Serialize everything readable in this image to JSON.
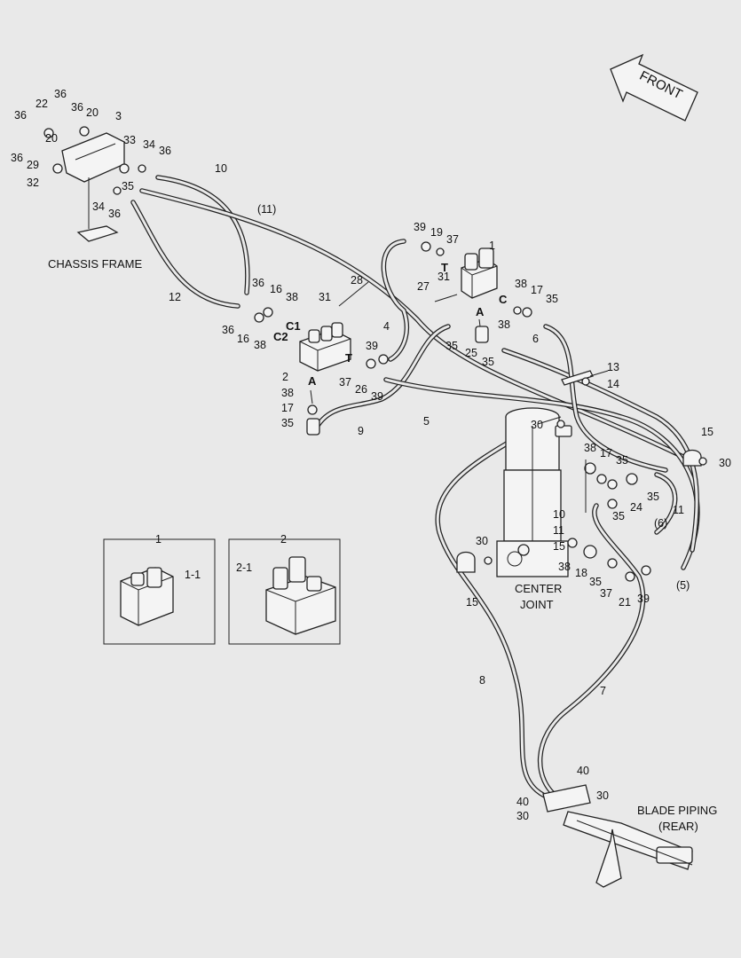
{
  "captions": {
    "chassis_frame": "CHASSIS FRAME",
    "center_joint_1": "CENTER",
    "center_joint_2": "JOINT",
    "blade_piping_1": "BLADE PIPING",
    "blade_piping_2": "(REAR)",
    "front": "FRONT"
  },
  "insets": {
    "inset1": {
      "title": "1",
      "sub": "1-1"
    },
    "inset2": {
      "title": "2",
      "sub": "2-1"
    }
  },
  "ports": {
    "t1": "T",
    "c1_valve1": "C",
    "a1": "A",
    "c1": "C1",
    "c2": "C2",
    "t2": "T",
    "a2": "A"
  },
  "labels": {
    "l36a": "36",
    "l22": "22",
    "l36b": "36",
    "l36c": "36",
    "l20a": "20",
    "l3": "3",
    "l20b": "20",
    "l33": "33",
    "l34a": "34",
    "l36d": "36",
    "l36e": "36",
    "l29": "29",
    "l32": "32",
    "l35a": "35",
    "l34b": "34",
    "l36f": "36",
    "l10a": "10",
    "l11p": "(11)",
    "l12": "12",
    "l36g": "36",
    "l16a": "16",
    "l38a": "38",
    "l31a": "31",
    "l28": "28",
    "l36h": "36",
    "l16b": "16",
    "l38b": "38",
    "l2": "2",
    "l37a": "37",
    "l39a": "39",
    "l26": "26",
    "l39b": "39",
    "l38c": "38",
    "l17a": "17",
    "l35b": "35",
    "l9": "9",
    "l5a": "5",
    "l4": "4",
    "l39c": "39",
    "l19": "19",
    "l37b": "37",
    "l1": "1",
    "l27": "27",
    "l31b": "31",
    "l38d": "38",
    "l17b": "17",
    "l35c": "35",
    "l38e": "38",
    "l35d": "35",
    "l25": "25",
    "l35e": "35",
    "l6a": "6",
    "l13": "13",
    "l14": "14",
    "l30a": "30",
    "l15a": "15",
    "l30b": "30",
    "l38f": "38",
    "l17c": "17",
    "l35f": "35",
    "l35g": "35",
    "l24": "24",
    "l35h": "35",
    "l11a": "11",
    "l6p": "(6)",
    "l10b": "10",
    "l11b": "11",
    "l15b": "15",
    "l30c": "30",
    "l38g": "38",
    "l18": "18",
    "l35i": "35",
    "l37c": "37",
    "l21": "21",
    "l39d": "39",
    "l5p": "(5)",
    "l15c": "15",
    "l8": "8",
    "l7": "7",
    "l40a": "40",
    "l30d": "30",
    "l40b": "40",
    "l30e": "30"
  }
}
